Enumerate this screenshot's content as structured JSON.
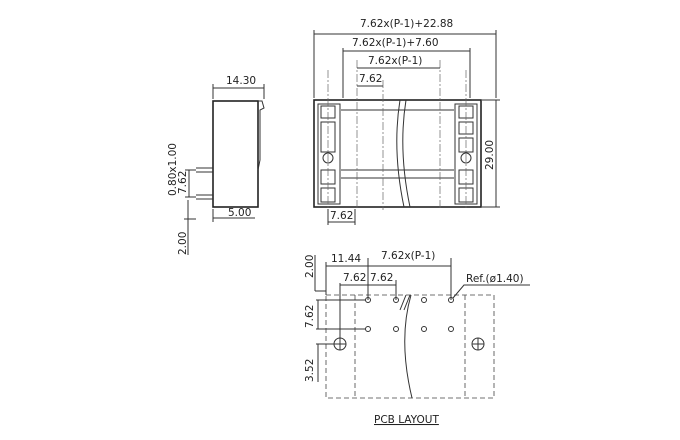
{
  "side_view": {
    "width_dim": "14.30",
    "pin_size_dim": "0.80x1.00",
    "pin_pitch_dim": "7.62",
    "pin_offset_dim": "5.00",
    "pin_length_dim": "2.00"
  },
  "front_view": {
    "overall_dim": "7.62x(P-1)+22.88",
    "inner_dim": "7.62x(P-1)+7.60",
    "pitch_span_dim": "7.62x(P-1)",
    "pitch_dim": "7.62",
    "height_dim": "29.00",
    "end_dim": "7.62"
  },
  "pcb_layout": {
    "edge_dim": "11.44",
    "span_dim": "7.62x(P-1)",
    "pitch_dim_a": "7.62",
    "pitch_dim_b": "7.62",
    "top_offset_dim": "2.00",
    "row_pitch_dim": "7.62",
    "hole_offset_dim": "3.52",
    "ref_label": "Ref.(ø1.40)",
    "title": "PCB LAYOUT"
  },
  "colors": {
    "line": "#333333",
    "background": "#ffffff"
  }
}
